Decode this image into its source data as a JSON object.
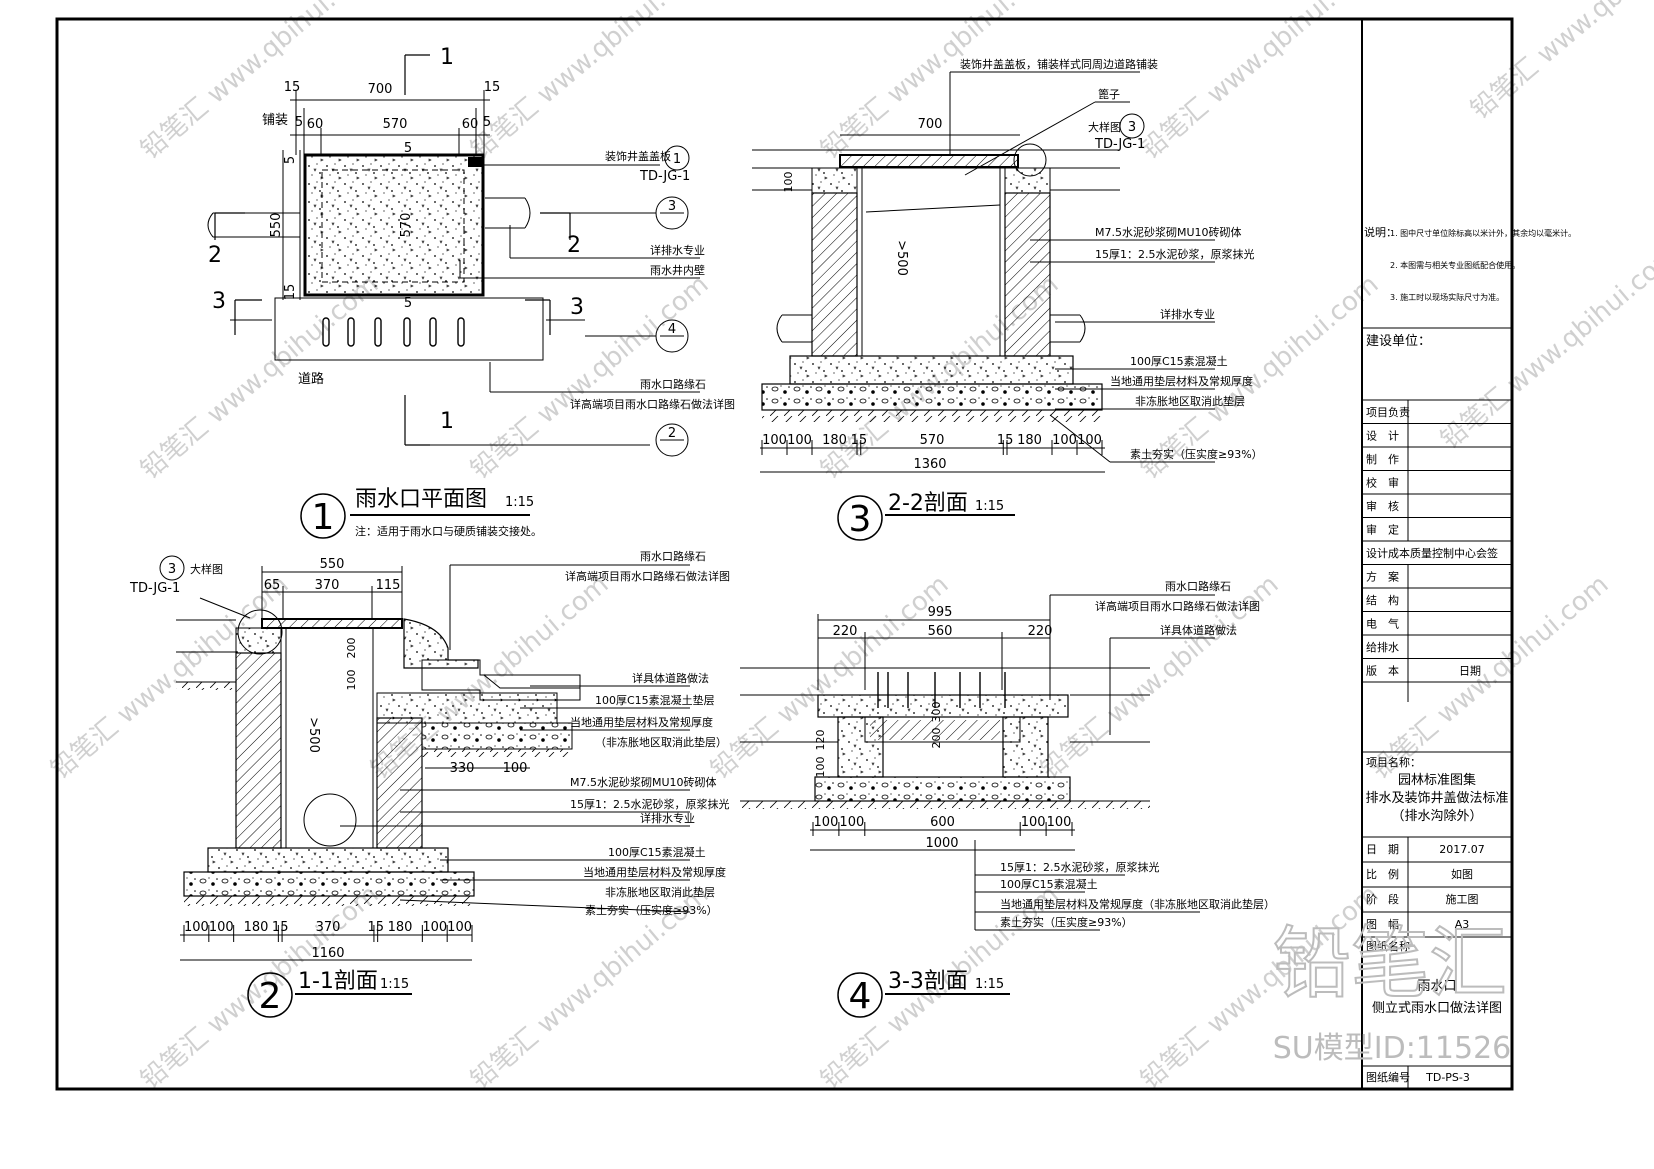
{
  "watermark": {
    "text": "铅笔汇 www.qbihui.com",
    "logo": "铅笔汇",
    "model_id": "SU模型ID:11526"
  },
  "plan1": {
    "number": "1",
    "title": "雨水口平面图",
    "scale": "1:15",
    "note": "注：适用于雨水口与硬质铺装交接处。",
    "dims": {
      "w700": "700",
      "d15a": "15",
      "d15b": "15",
      "d5a": "5",
      "d60a": "60",
      "d570": "570",
      "d60b": "60",
      "d5b": "5",
      "d5c": "5",
      "d15c": "15",
      "d550": "550",
      "d570v": "570",
      "d5v": "5",
      "d15d": "15",
      "d5e": "5"
    },
    "labels": {
      "pave": "铺装",
      "road": "道路",
      "cover": "装饰井盖盖板",
      "ref_cover": "TD-JG-1",
      "ref_cover_n": "1",
      "drain": "详排水专业",
      "wall": "雨水井内壁",
      "curb": "雨水口路缘石",
      "curb_ref": "详高端项目雨水口路缘石做法详图",
      "c1": "1",
      "c2": "2",
      "c3": "3",
      "c2n": "2",
      "c3n": "3",
      "c4n": "4",
      "c2b": "2",
      "c3b": "3"
    }
  },
  "sec2": {
    "number": "2",
    "title": "1-1剖面",
    "scale": "1:15",
    "ref_no": "3",
    "ref_lbl": "大样图",
    "ref_code": "TD-JG-1",
    "dims_top": [
      "65",
      "370",
      "115"
    ],
    "dim_total_top": "550",
    "dim_v": [
      "200",
      "100",
      ">500"
    ],
    "dim_330": "330",
    "dim_100": "100",
    "dims_bot": [
      "100",
      "100",
      "180",
      "15",
      "370",
      "15",
      "180",
      "100",
      "100"
    ],
    "dim_total": "1160",
    "labels": [
      "雨水口路缘石",
      "详高端项目雨水口路缘石做法详图",
      "详具体道路做法",
      "100厚C15素混凝土垫层",
      "当地通用垫层材料及常规厚度",
      "（非冻胀地区取消此垫层）",
      "M7.5水泥砂浆砌MU10砖砌体",
      "15厚1：2.5水泥砂浆，原浆抹光",
      "详排水专业",
      "100厚C15素混凝土",
      "当地通用垫层材料及常规厚度",
      "非冻胀地区取消此垫层",
      "素土夯实（压实度≥93%）"
    ]
  },
  "sec3": {
    "number": "3",
    "title": "2-2剖面",
    "scale": "1:15",
    "dim_top": "700",
    "dim_v": ">500",
    "dim_100": "100",
    "ref_no": "3",
    "ref_lbl": "大样图",
    "ref_code": "TD-JG-1",
    "dims_bot": [
      "100",
      "100",
      "180",
      "15",
      "570",
      "15",
      "180",
      "100",
      "100"
    ],
    "dim_total": "1360",
    "labels": [
      "装饰井盖盖板，铺装样式同周边道路铺装",
      "篦子",
      "M7.5水泥砂浆砌MU10砖砌体",
      "15厚1：2.5水泥砂浆，原浆抹光",
      "详排水专业",
      "100厚C15素混凝土",
      "当地通用垫层材料及常规厚度",
      "非冻胀地区取消此垫层",
      "素土夯实（压实度≥93%）"
    ]
  },
  "sec4": {
    "number": "4",
    "title": "3-3剖面",
    "scale": "1:15",
    "dims_top": [
      "220",
      "560",
      "220"
    ],
    "dim_total_top": "995",
    "dim_v": [
      "120",
      "100",
      "200",
      "300"
    ],
    "dims_bot": [
      "100",
      "100",
      "600",
      "100",
      "100"
    ],
    "dim_total": "1000",
    "labels": [
      "雨水口路缘石",
      "详高端项目雨水口路缘石做法详图",
      "详具体道路做法",
      "15厚1：2.5水泥砂浆，原浆抹光",
      "100厚C15素混凝土",
      "当地通用垫层材料及常规厚度（非冻胀地区取消此垫层）",
      "素土夯实（压实度≥93%）"
    ]
  },
  "title_block": {
    "notes_label": "说明：",
    "notes": [
      "1. 图中尺寸单位除标高以米计外，其余均以毫米计。",
      "2. 本图需与相关专业图纸配合使用。",
      "3. 施工时以现场实际尺寸为准。"
    ],
    "client": "建设单位：",
    "rows": [
      {
        "label": "项目负责",
        "value": ""
      },
      {
        "label": "设　计",
        "value": ""
      },
      {
        "label": "制　作",
        "value": ""
      },
      {
        "label": "校　审",
        "value": ""
      },
      {
        "label": "审　核",
        "value": ""
      },
      {
        "label": "审　定",
        "value": ""
      }
    ],
    "sign_header": "设计成本质量控制中心会签",
    "sign_rows": [
      "方　案",
      "结　构",
      "电　气",
      "给排水"
    ],
    "version": "版　本",
    "date_hdr": "日期",
    "project_label": "项目名称：",
    "project_lines": [
      "园林标准图集",
      "排水及装饰井盖做法标准",
      "（排水沟除外）"
    ],
    "info": [
      {
        "label": "日　期",
        "value": "2017.07"
      },
      {
        "label": "比　例",
        "value": "如图"
      },
      {
        "label": "阶　段",
        "value": "施工图"
      },
      {
        "label": "图　幅",
        "value": "A3"
      }
    ],
    "sheet_name_label": "图纸名称",
    "sheet_name": [
      "雨水口",
      "侧立式雨水口做法详图"
    ],
    "sheet_no_label": "图纸编号",
    "sheet_no": "TD-PS-3"
  }
}
